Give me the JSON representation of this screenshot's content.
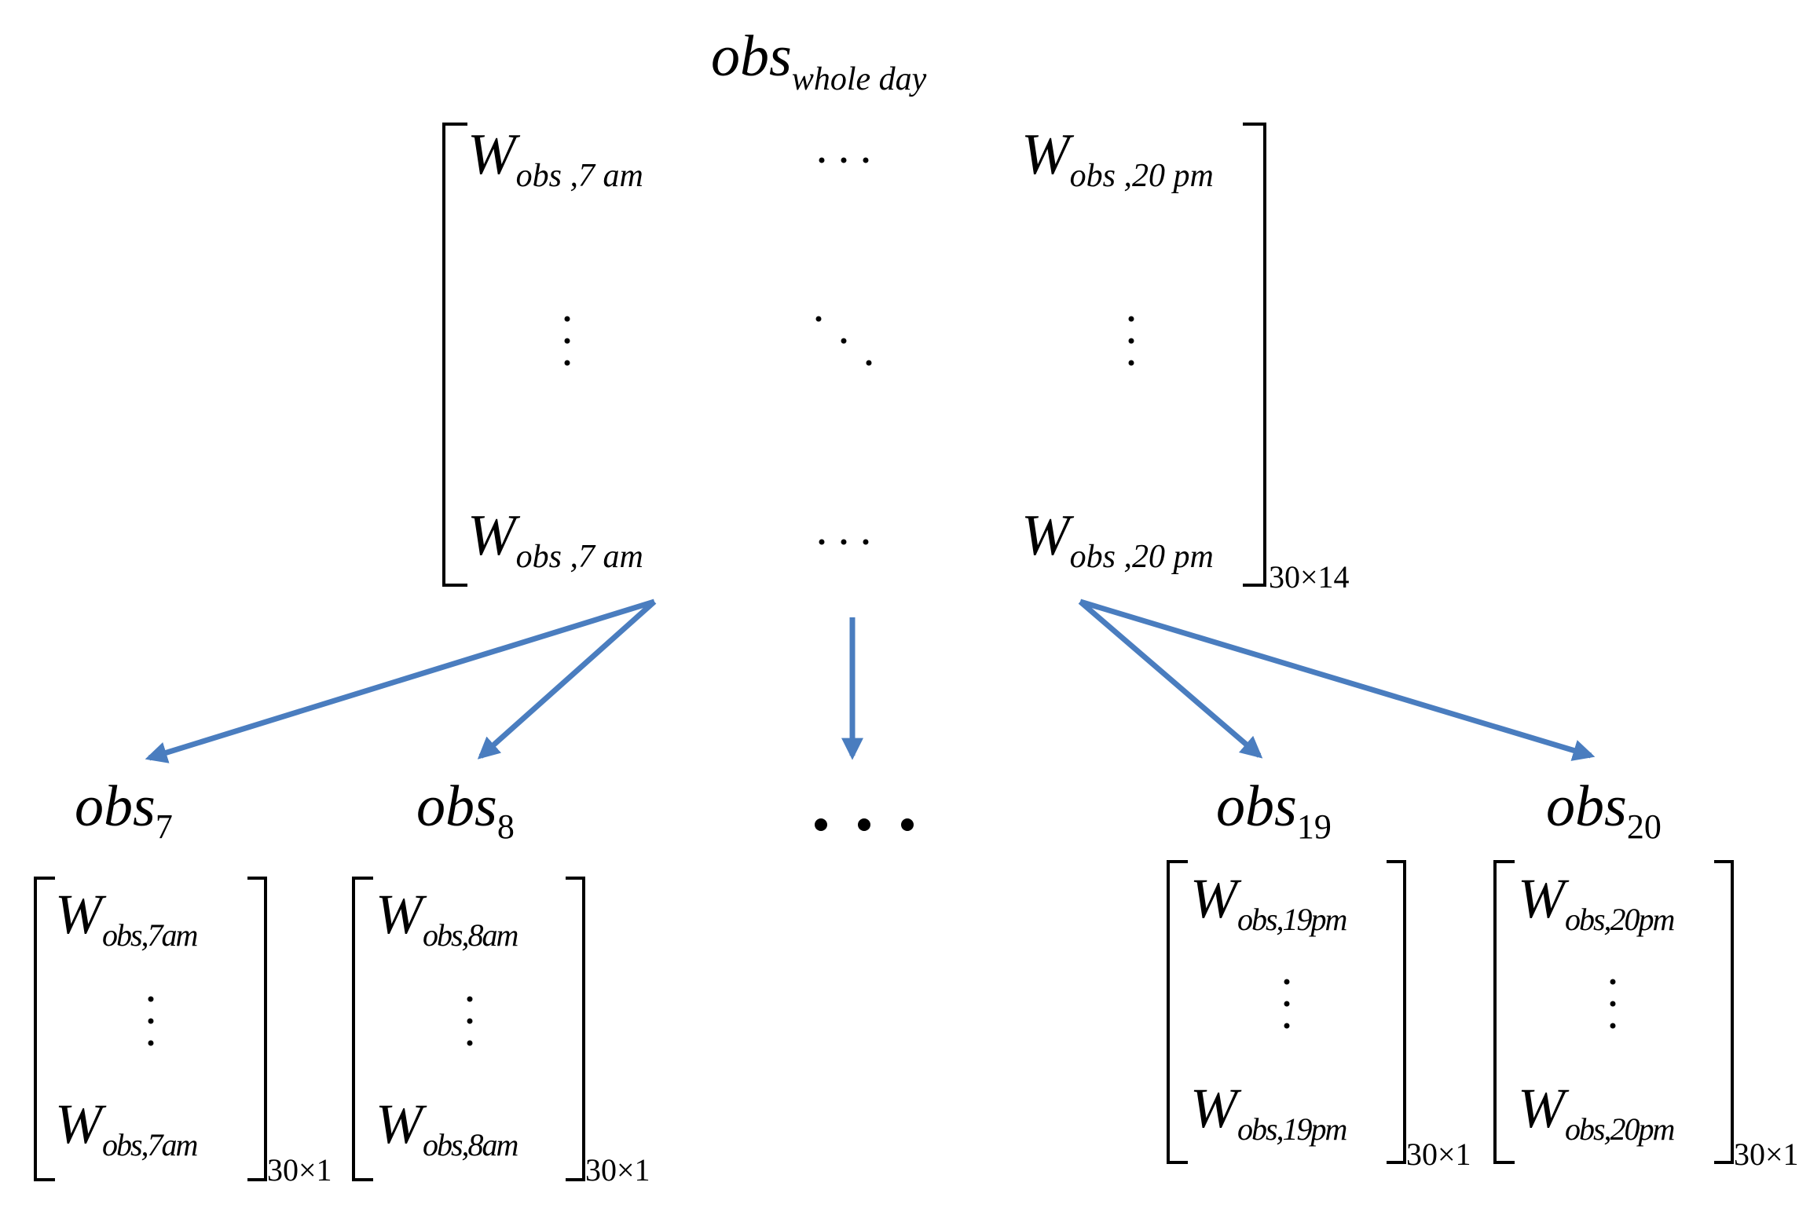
{
  "top": {
    "title_base": "obs",
    "title_sub": "whole day",
    "cell_symbol": "W",
    "cell_sub_first": "obs ,7 am",
    "cell_sub_last": "obs ,20 pm",
    "dims": "30×14"
  },
  "bottom_matrices": [
    {
      "label_base": "obs",
      "label_sub": "7",
      "cell_symbol": "W",
      "cell_sub": "obs,7am",
      "dims": "30×1"
    },
    {
      "label_base": "obs",
      "label_sub": "8",
      "cell_symbol": "W",
      "cell_sub": "obs,8am",
      "dims": "30×1"
    },
    {
      "label_base": "obs",
      "label_sub": "19",
      "cell_symbol": "W",
      "cell_sub": "obs,19pm",
      "dims": "30×1"
    },
    {
      "label_base": "obs",
      "label_sub": "20",
      "cell_symbol": "W",
      "cell_sub": "obs,20pm",
      "dims": "30×1"
    }
  ],
  "colors": {
    "arrow": "#4a7dbf",
    "text": "#000000"
  }
}
